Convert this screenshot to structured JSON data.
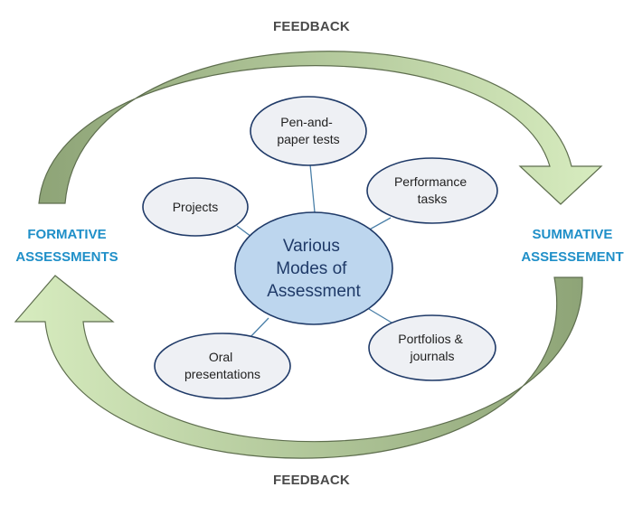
{
  "feedback_top": "FEEDBACK",
  "feedback_bottom": "FEEDBACK",
  "formative": {
    "line1": "FORMATIVE",
    "line2": "ASSESSMENTS"
  },
  "summative": {
    "line1": "SUMMATIVE",
    "line2": "ASSESSEMENT"
  },
  "center": {
    "line1": "Various",
    "line2": "Modes of",
    "line3": "Assessment"
  },
  "nodes": {
    "pen_paper": {
      "line1": "Pen-and-",
      "line2": "paper tests"
    },
    "performance": {
      "line1": "Performance",
      "line2": "tasks"
    },
    "projects": {
      "line1": "Projects"
    },
    "oral": {
      "line1": "Oral",
      "line2": "presentations"
    },
    "portfolios": {
      "line1": "Portfolios &",
      "line2": "journals"
    }
  },
  "colors": {
    "arrow_dark": "#9aae82",
    "arrow_light": "#cde6b2",
    "arrow_stroke": "#5e6e4e",
    "center_fill": "#bdd6ee",
    "node_fill": "#eef0f4",
    "node_stroke": "#1f3a68",
    "connector": "#4a7fa8",
    "label_blue": "#1f8fc8"
  }
}
